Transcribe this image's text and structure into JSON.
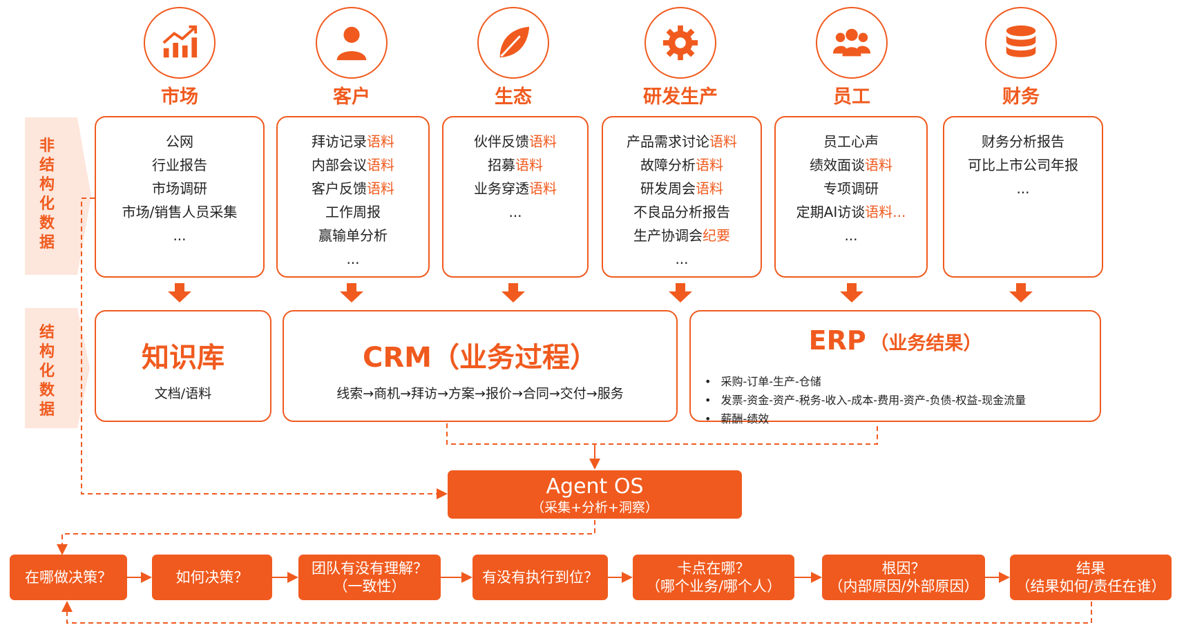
{
  "colors": {
    "accent": "#f05a1e",
    "band": "#fde6dc"
  },
  "columns": [
    {
      "icon": "chart-growth-icon",
      "title": "市场",
      "items": [
        [
          {
            "t": "公网"
          }
        ],
        [
          {
            "t": "行业报告"
          }
        ],
        [
          {
            "t": "市场调研"
          }
        ],
        [
          {
            "t": "市场/销售人员采集"
          }
        ],
        [
          {
            "t": "..."
          }
        ]
      ]
    },
    {
      "icon": "user-icon",
      "title": "客户",
      "items": [
        [
          {
            "t": "拜访记录"
          },
          {
            "t": "语料",
            "h": true
          }
        ],
        [
          {
            "t": "内部会议"
          },
          {
            "t": "语料",
            "h": true
          }
        ],
        [
          {
            "t": "客户反馈"
          },
          {
            "t": "语料",
            "h": true
          }
        ],
        [
          {
            "t": "工作周报"
          }
        ],
        [
          {
            "t": "赢输单分析"
          }
        ],
        [
          {
            "t": "..."
          }
        ]
      ]
    },
    {
      "icon": "leaf-icon",
      "title": "生态",
      "items": [
        [
          {
            "t": "伙伴反馈"
          },
          {
            "t": "语料",
            "h": true
          }
        ],
        [
          {
            "t": "招募"
          },
          {
            "t": "语料",
            "h": true
          }
        ],
        [
          {
            "t": "业务穿透"
          },
          {
            "t": "语料",
            "h": true
          }
        ],
        [
          {
            "t": "..."
          }
        ]
      ]
    },
    {
      "icon": "gear-icon",
      "title": "研发生产",
      "items": [
        [
          {
            "t": "产品需求讨论"
          },
          {
            "t": "语料",
            "h": true
          }
        ],
        [
          {
            "t": "故障分析"
          },
          {
            "t": "语料",
            "h": true
          }
        ],
        [
          {
            "t": "研发周会"
          },
          {
            "t": "语料",
            "h": true
          }
        ],
        [
          {
            "t": "不良品分析报告"
          }
        ],
        [
          {
            "t": "生产协调会"
          },
          {
            "t": "纪要",
            "h": true
          }
        ],
        [
          {
            "t": "..."
          }
        ]
      ]
    },
    {
      "icon": "team-icon",
      "title": "员工",
      "items": [
        [
          {
            "t": "员工心声"
          }
        ],
        [
          {
            "t": "绩效面谈"
          },
          {
            "t": "语料",
            "h": true
          }
        ],
        [
          {
            "t": "专项调研"
          }
        ],
        [
          {
            "t": "定期AI访谈"
          },
          {
            "t": "语料...",
            "h": true
          }
        ],
        [
          {
            "t": "..."
          }
        ]
      ]
    },
    {
      "icon": "database-icon",
      "title": "财务",
      "items": [
        [
          {
            "t": "财务分析报告"
          }
        ],
        [
          {
            "t": "可比上市公司年报"
          }
        ],
        [
          {
            "t": "..."
          }
        ]
      ]
    }
  ],
  "side_labels": {
    "unstructured": [
      "非",
      "结",
      "构",
      "化",
      "数",
      "据"
    ],
    "structured": [
      "结",
      "构",
      "化",
      "数",
      "据"
    ]
  },
  "knowledge": {
    "title": "知识库",
    "sub": "文档/语料"
  },
  "crm": {
    "title": "CRM（业务过程）",
    "sub": "线索→商机→拜访→方案→报价→合同→交付→服务"
  },
  "erp": {
    "title": "ERP",
    "title_suffix": "（业务结果）",
    "items": [
      "采购-订单-生产-仓储",
      "发票-资金-资产-税务-收入-成本-费用-资产-负债-权益-现金流量",
      "薪酬-绩效"
    ]
  },
  "agent": {
    "title": "Agent OS",
    "sub": "（采集+分析+洞察）"
  },
  "flow": [
    {
      "line1": "在哪做决策？",
      "line2": ""
    },
    {
      "line1": "如何决策？",
      "line2": ""
    },
    {
      "line1": "团队有没有理解？",
      "line2": "（一致性）"
    },
    {
      "line1": "有没有执行到位？",
      "line2": ""
    },
    {
      "line1": "卡点在哪？",
      "line2": "（哪个业务/哪个人）"
    },
    {
      "line1": "根因？",
      "line2": "（内部原因/外部原因）"
    },
    {
      "line1": "结果",
      "line2": "（结果如何/责任在谁）"
    }
  ]
}
